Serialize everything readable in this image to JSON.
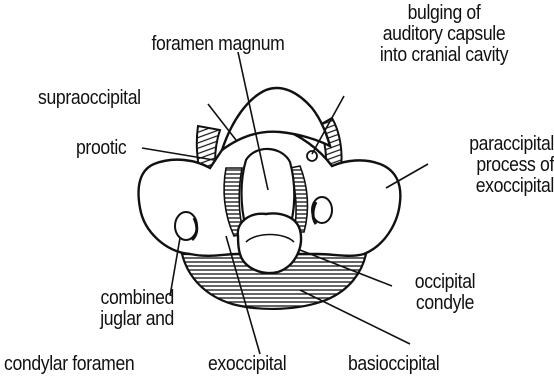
{
  "diagram": {
    "labels": {
      "foramen_magnum": "foramen magnum",
      "bulging_line1": "bulging of",
      "bulging_line2": "auditory capsule",
      "bulging_line3": "into cranial cavity",
      "supraoccipital": "supraoccipital",
      "prootic": "prootic",
      "paroccipital_line1": "paraccipital",
      "paroccipital_line2": "process of",
      "paroccipital_line3": "exoccipital",
      "combined_line1": "combined",
      "combined_line2": "juglar and",
      "combined_line3": "condylar foramen",
      "exoccipital": "exoccipital",
      "occipital_condyle_line1": "occipital",
      "occipital_condyle_line2": "condyle",
      "basioccipital": "basioccipital"
    },
    "colors": {
      "ink": "#111111",
      "paper": "#ffffff"
    }
  }
}
